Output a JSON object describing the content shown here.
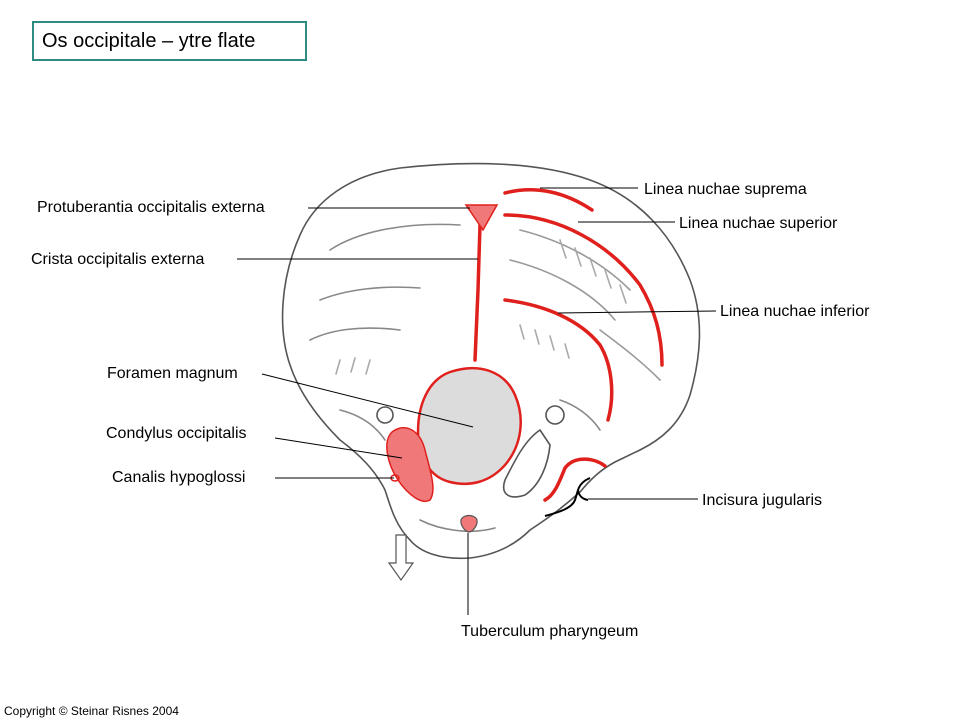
{
  "title": "Os occipitale – ytre flate",
  "copyright": "Copyright © Steinar Risnes 2004",
  "colors": {
    "title_border": "#2e8b84",
    "highlight_red": "#e0201c",
    "highlight_fill": "#f07878",
    "foramen_fill": "#dcdcdc",
    "bone_outline": "#555555"
  },
  "labels": {
    "linea_nuchae_suprema": "Linea nuchae suprema",
    "protuberantia": "Protuberantia occipitalis externa",
    "linea_nuchae_superior": "Linea nuchae superior",
    "crista": "Crista occipitalis externa",
    "linea_nuchae_inferior": "Linea nuchae inferior",
    "foramen_magnum": "Foramen magnum",
    "condylus": "Condylus occipitalis",
    "canalis": "Canalis hypoglossi",
    "incisura": "Incisura jugularis",
    "tuberculum": "Tuberculum pharyngeum"
  },
  "icons": {
    "orientation_arrow": "down-arrow-icon"
  }
}
